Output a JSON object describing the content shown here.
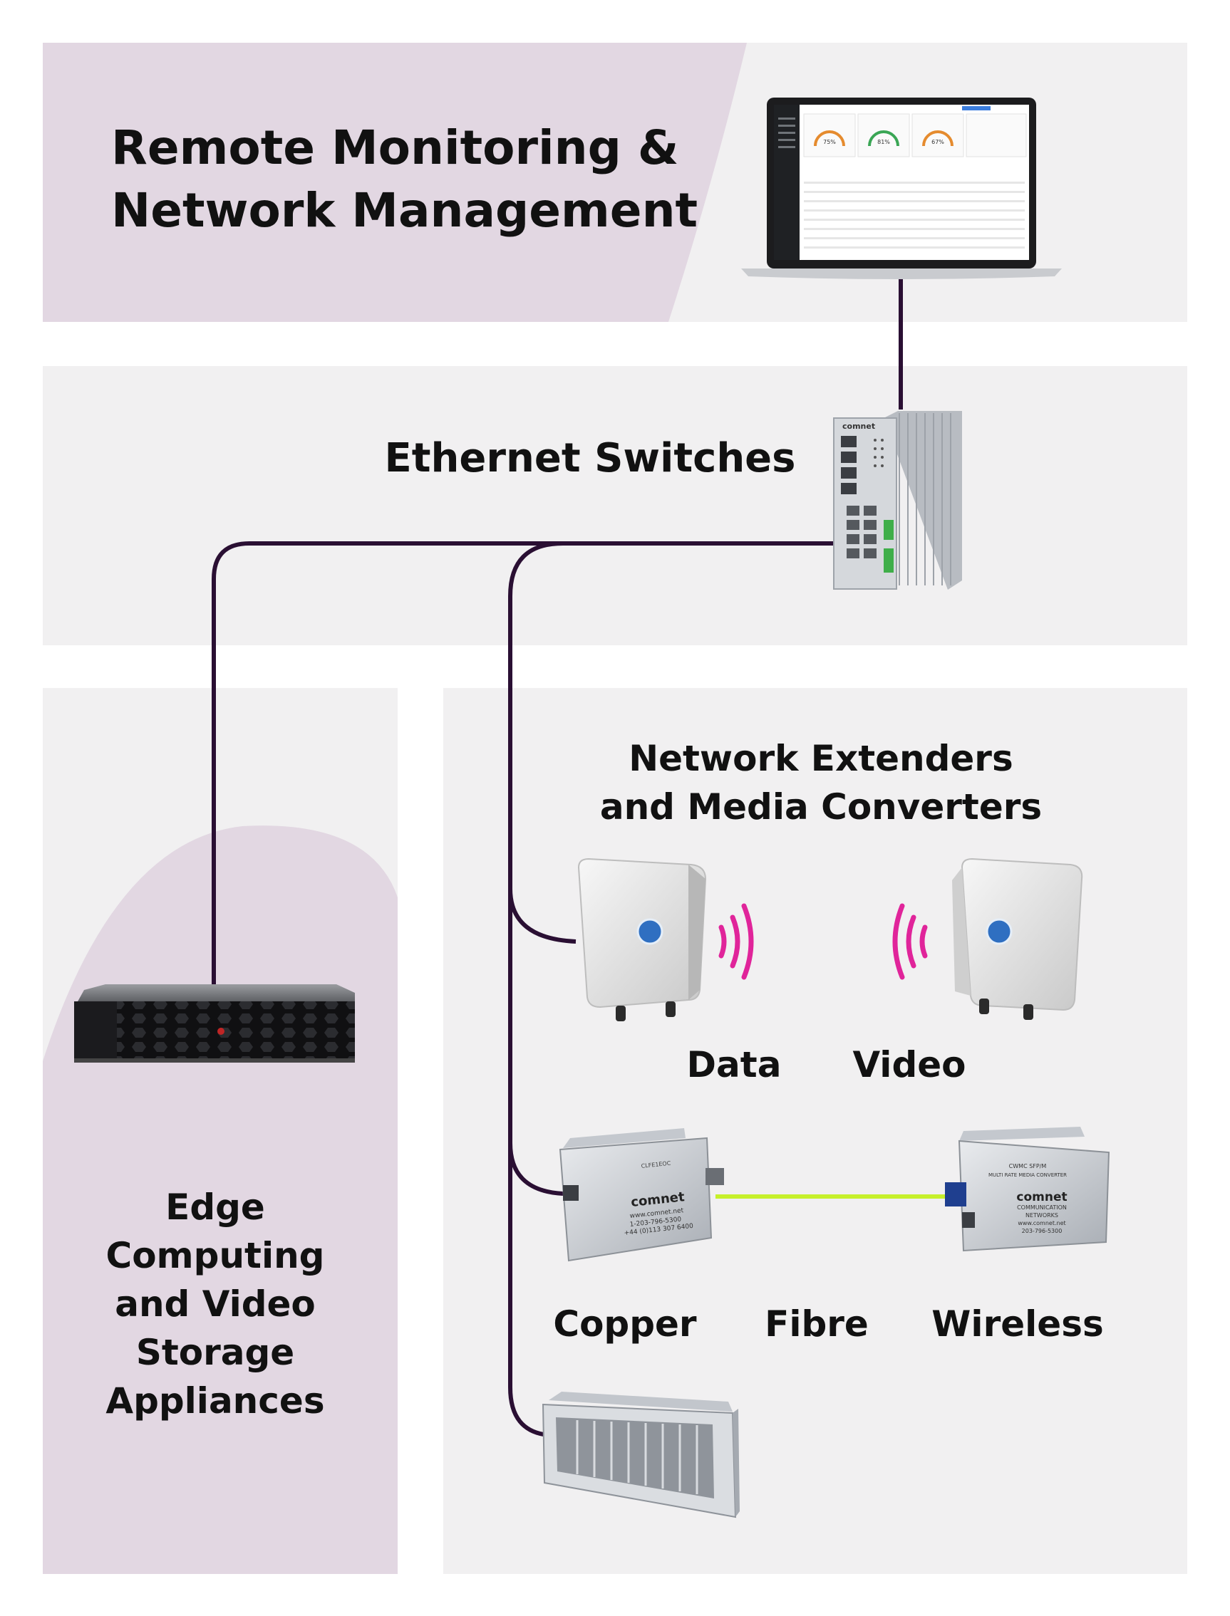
{
  "title": {
    "line1": "Remote Monitoring &",
    "line2": "Network Management"
  },
  "switches_label": "Ethernet Switches",
  "extenders": {
    "line1": "Network Extenders",
    "line2": "and Media Converters"
  },
  "wireless_labels": {
    "data": "Data",
    "video": "Video"
  },
  "converter_labels": {
    "copper": "Copper",
    "fibre": "Fibre",
    "wireless": "Wireless"
  },
  "edge": {
    "line1": "Edge",
    "line2": "Computing",
    "line3": "and Video",
    "line4": "Storage",
    "line5": "Appliances"
  },
  "dashboard": {
    "gauge1": "75%",
    "gauge2": "81%",
    "gauge3": "67%"
  },
  "device_text": {
    "switch_brand": "comnet",
    "converter_left_brand": "comnet",
    "converter_left_lines": [
      "www.comnet.net",
      "1-203-796-5300",
      "+44 (0)113 307 6400"
    ],
    "converter_left_model": "CLFE1EOC",
    "converter_right_model": "CWMC SFP/M",
    "converter_right_sub": "MULTI RATE MEDIA CONVERTER",
    "converter_right_brand": "comnet",
    "converter_right_lines": [
      "COMMUNICATION",
      "NETWORKS",
      "www.comnet.net",
      "203-796-5300"
    ]
  },
  "colors": {
    "line": "#2a0f33",
    "fibre": "#c6f02b",
    "signal": "#e0249a",
    "panel_gray": "#f1f0f1",
    "panel_pink": "#e2d7e2"
  }
}
